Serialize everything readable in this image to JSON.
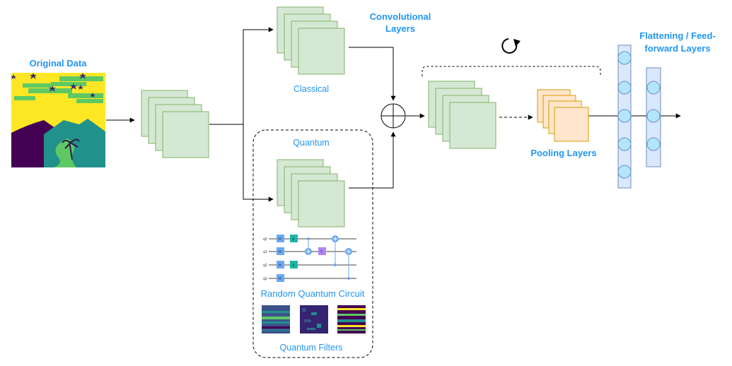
{
  "labels": {
    "original_data": "Original Data",
    "convolutional_line1": "Convolutional",
    "convolutional_line2": "Layers",
    "classical": "Classical",
    "quantum": "Quantum",
    "random_circuit": "Random Quantum Circuit",
    "quantum_filters": "Quantum Filters",
    "pooling": "Pooling Layers",
    "flatten_line1": "Flattening / Feed-",
    "flatten_line2": "forward Layers"
  },
  "circuit": {
    "qubits": [
      "q0",
      "q1",
      "q2",
      "q3"
    ],
    "gates": [
      "H",
      "X",
      "T"
    ]
  },
  "colors": {
    "label_blue": "#2196f3",
    "feature_map_fill": "#d5e8d4",
    "feature_map_stroke": "#82b366",
    "pooling_fill": "#ffe6cc",
    "pooling_stroke": "#d79b00",
    "neuron_fill": "#b3e5fc",
    "dense_column_fill": "#dae8fc",
    "dense_column_stroke": "#6c8ebf",
    "image_yellow": "#fde725",
    "image_purple": "#440154",
    "image_green": "#5ec962",
    "image_teal": "#21918c"
  }
}
